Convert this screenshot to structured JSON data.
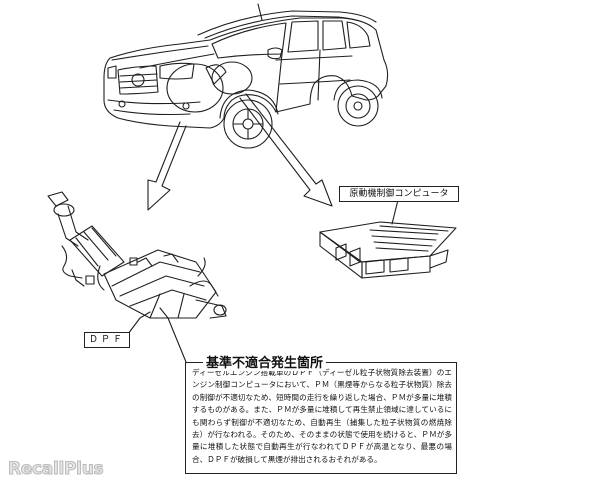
{
  "labels": {
    "ecu": "原動機制御コンピュータ",
    "dpf": "ＤＰＦ"
  },
  "defect": {
    "title": "基準不適合発生箇所",
    "description": "ディーゼルエンジン搭載車のＤＰＦ（ディーゼル粒子状物質除去装置）のエンジン制御コンピュータにおいて、ＰＭ（黒煙等からなる粒子状物質）除去の制御が不適切なため、短時間の走行を繰り返した場合、ＰＭが多量に堆積するものがある。また、ＰＭが多量に堆積して再生禁止領域に達しているにも関わらず制御が不適切なため、自動再生（捕集した粒子状物質の燃焼除去）が行なわれる。そのため、そのままの状態で使用を続けると、ＰＭが多量に堆積した状態で自動再生が行なわれてＤＰＦが高温となり、最悪の場合、ＤＰＦが破損して黒煙が排出されるおそれがある。"
  },
  "watermark": "RecallPlus",
  "colors": {
    "line": "#1f1f1f",
    "background": "#ffffff"
  }
}
